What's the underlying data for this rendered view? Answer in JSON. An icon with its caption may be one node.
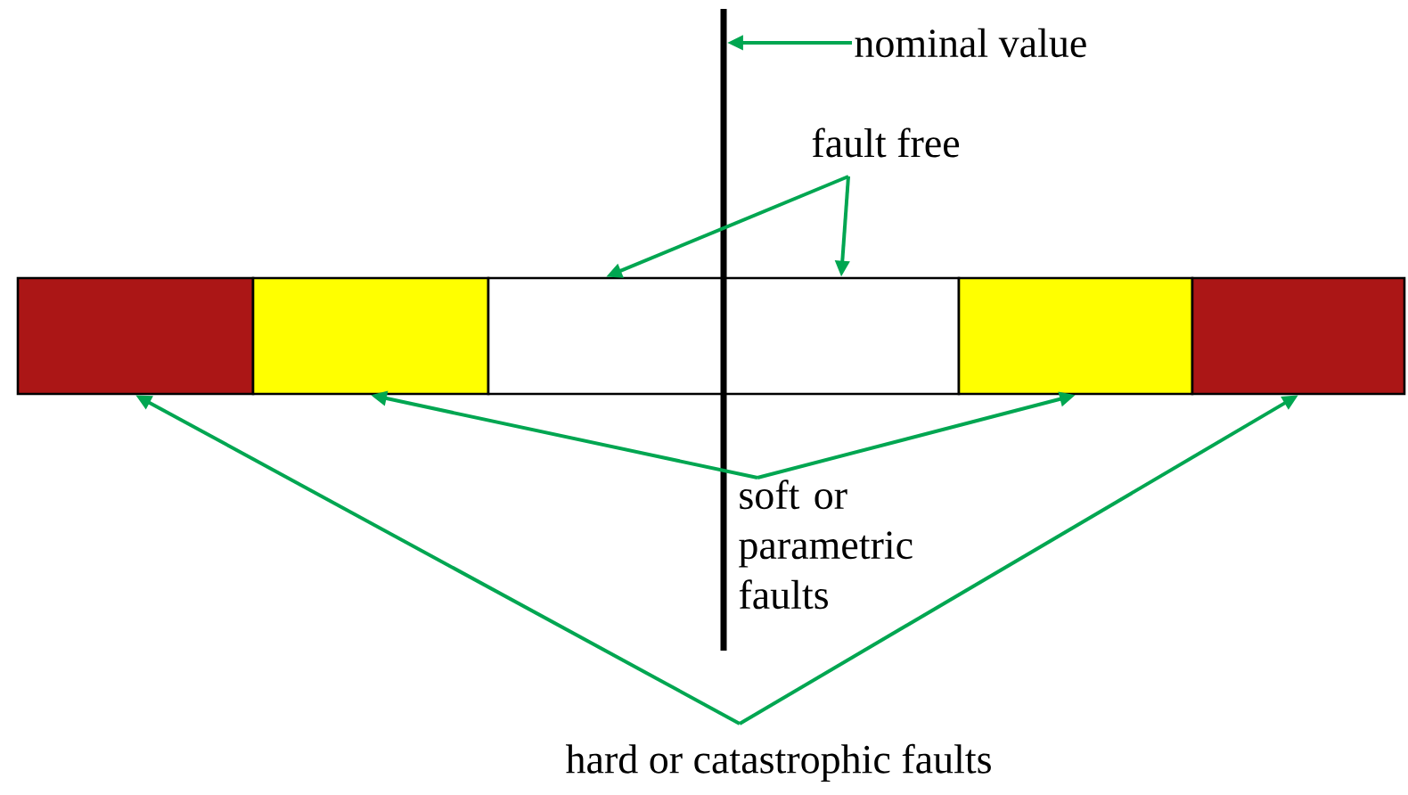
{
  "diagram": {
    "nodes": [
      {
        "text": [],
        "shape": "box"
      },
      {
        "text": [],
        "shape": "box"
      },
      {
        "text": [],
        "shape": "box"
      },
      {
        "text": [],
        "shape": "box"
      },
      {
        "text": [],
        "shape": "box"
      },
      {
        "text": [],
        "shape": "box"
      },
      {
        "text": [],
        "shape": "line"
      },
      {
        "text": [
          "nominal value"
        ]
      },
      {
        "text": [
          "fault free"
        ]
      },
      {
        "text": [
          "soft or parametric faults"
        ]
      },
      {
        "text": [
          "hard or catastrophic faults"
        ]
      }
    ],
    "edges": [
      {
        "from": 7,
        "to": 6,
        "arrow": "to"
      },
      {
        "from": 8,
        "to": 2,
        "arrow": "to"
      },
      {
        "from": 8,
        "to": 3,
        "arrow": "to"
      },
      {
        "from": 9,
        "to": 1,
        "arrow": "to"
      },
      {
        "from": 9,
        "to": 4,
        "arrow": "to"
      },
      {
        "from": 10,
        "to": 0,
        "arrow": "to"
      },
      {
        "from": 10,
        "to": 5,
        "arrow": "to"
      }
    ]
  }
}
